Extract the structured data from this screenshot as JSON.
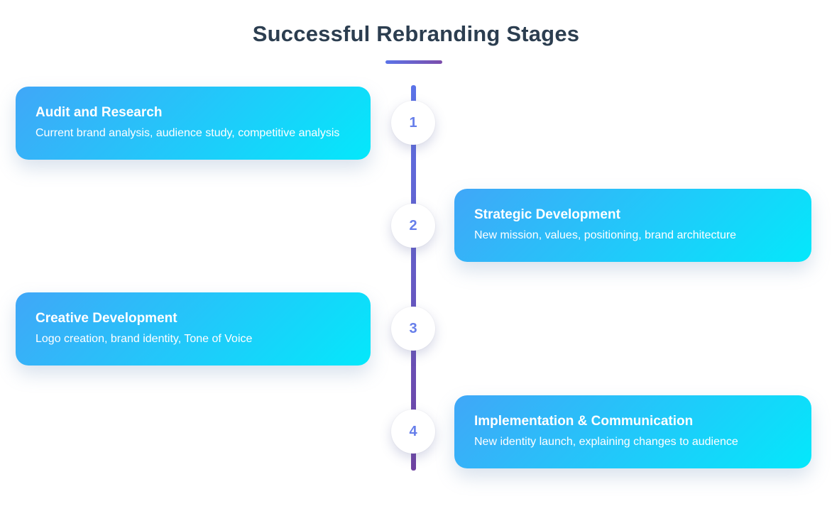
{
  "title": {
    "text": "Successful Rebranding Stages"
  },
  "colors": {
    "title_color": "#2c3e50",
    "underline_gradient_start": "#5b73e8",
    "underline_gradient_end": "#7c4dab",
    "line_gradient_top": "#5b73e8",
    "line_gradient_bottom": "#6f42a1",
    "stage_number_color": "#667eea",
    "card_gradient_start": "#40a7f8",
    "card_gradient_end": "#04e8fb",
    "card_text_color": "#ffffff"
  },
  "stages": [
    {
      "number": "1",
      "title": "Audit and Research",
      "description": "Current brand analysis, audience study, competitive analysis",
      "side": "left"
    },
    {
      "number": "2",
      "title": "Strategic Development",
      "description": "New mission, values, positioning, brand architecture",
      "side": "right"
    },
    {
      "number": "3",
      "title": "Creative Development",
      "description": "Logo creation, brand identity, Tone of Voice",
      "side": "left"
    },
    {
      "number": "4",
      "title": "Implementation & Communication",
      "description": "New identity launch, explaining changes to audience",
      "side": "right"
    }
  ]
}
